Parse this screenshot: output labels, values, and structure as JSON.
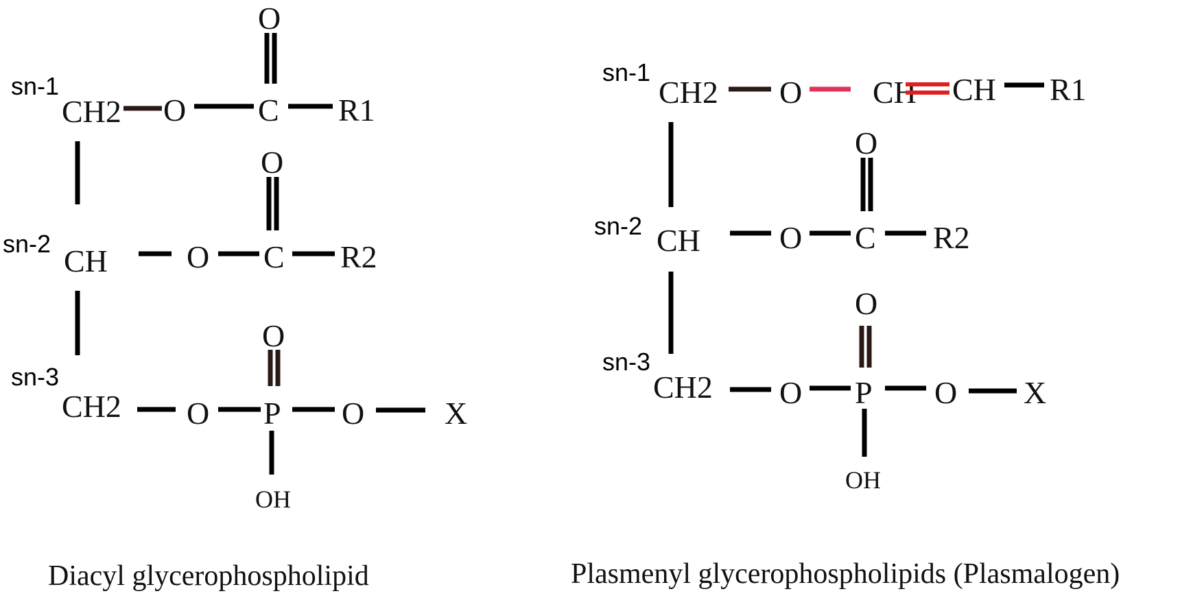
{
  "colors": {
    "bond_default": "#000000",
    "bond_brown": "#2a1a14",
    "vinyl_ether_bond": "#e0335a",
    "vinyl_double_bond": "#e02020"
  },
  "diacyl": {
    "caption": "Diacyl glycerophospholipid",
    "sn1_label": "sn-1",
    "sn2_label": "sn-2",
    "sn3_label": "sn-3",
    "sn1_group": "CH2",
    "sn2_group": "CH",
    "sn3_group": "CH2",
    "sn1_oxygen": "O",
    "sn1_carbon": "C",
    "sn1_carbonyl_oxygen": "O",
    "sn1_chain": "R1",
    "sn2_oxygen": "O",
    "sn2_carbon": "C",
    "sn2_carbonyl_oxygen": "O",
    "sn2_chain": "R2",
    "sn3_oxygen": "O",
    "phosphorus": "P",
    "phosphoryl_oxygen": "O",
    "ester_oxygen": "O",
    "headgroup": "X",
    "hydroxyl": "OH"
  },
  "plasmenyl": {
    "caption": "Plasmenyl glycerophospholipids (Plasmalogen)",
    "sn1_label": "sn-1",
    "sn2_label": "sn-2",
    "sn3_label": "sn-3",
    "sn1_group": "CH2",
    "sn2_group": "CH",
    "sn3_group": "CH2",
    "sn1_oxygen": "O",
    "vinyl_ch_1": "CH",
    "vinyl_ch_2": "CH",
    "sn1_chain": "R1",
    "sn2_oxygen": "O",
    "sn2_carbon": "C",
    "sn2_carbonyl_oxygen": "O",
    "sn2_chain": "R2",
    "sn3_oxygen": "O",
    "phosphorus": "P",
    "phosphoryl_oxygen": "O",
    "ester_oxygen": "O",
    "headgroup": "X",
    "hydroxyl": "OH"
  }
}
